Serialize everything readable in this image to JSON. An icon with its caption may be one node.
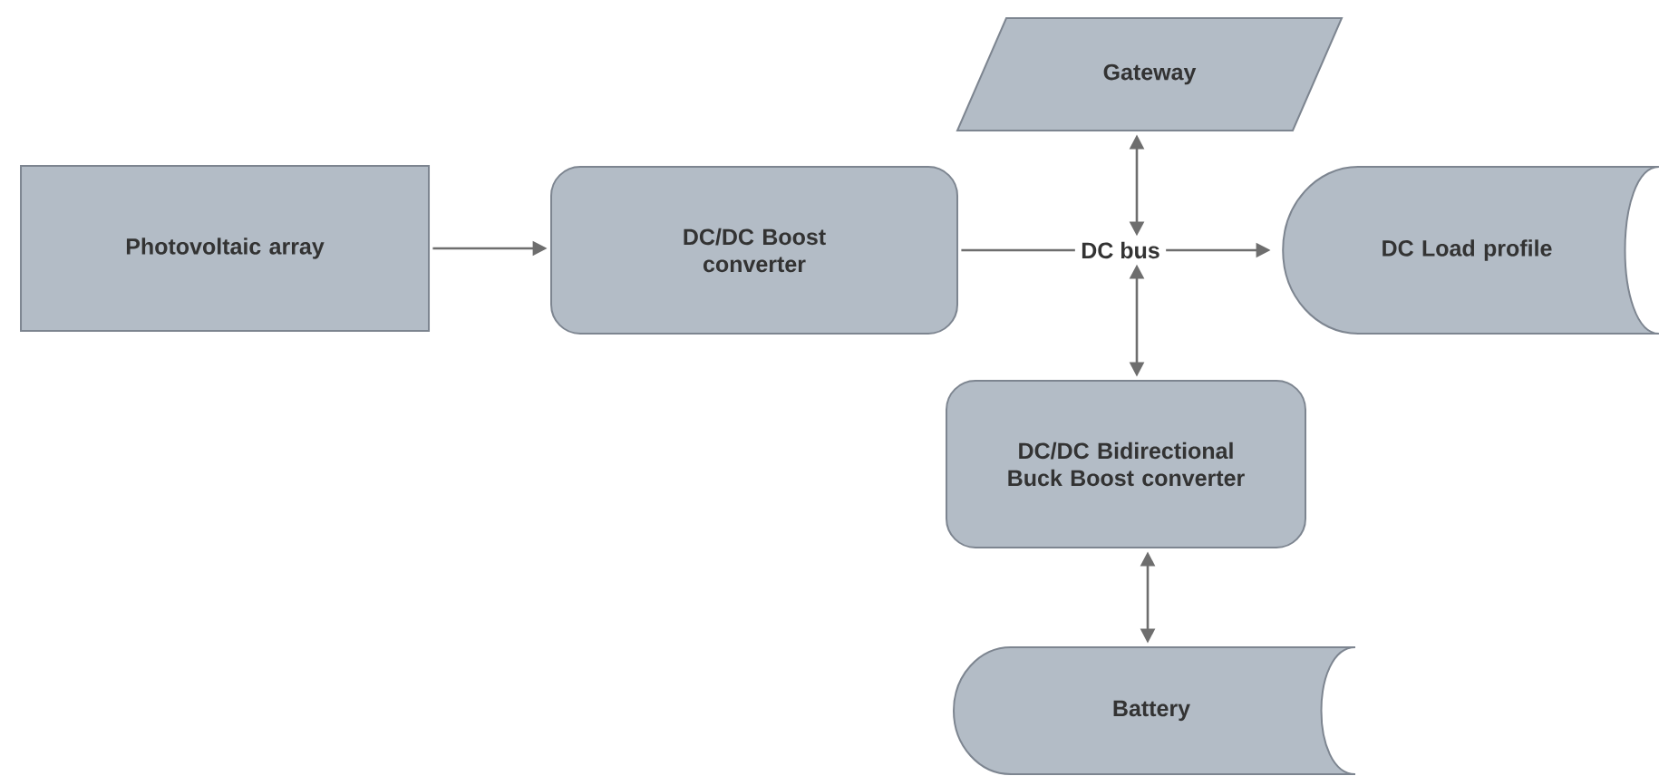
{
  "diagram": {
    "nodes": [
      {
        "text": [
          "Gateway"
        ]
      },
      {
        "text": [
          "Photovoltaic array"
        ]
      },
      {
        "text": [
          "DC/DC Boost converter"
        ]
      },
      {
        "text": [
          "DC bus"
        ]
      },
      {
        "text": [
          "DC Load profile"
        ]
      },
      {
        "text": [
          "DC/DC Bidirectional Buck Boost converter"
        ]
      },
      {
        "text": [
          "Battery"
        ]
      }
    ],
    "edges": [
      {
        "from": 1,
        "to": 2,
        "arrow": "to"
      },
      {
        "from": 2,
        "to": 3,
        "arrow": "none"
      },
      {
        "from": 3,
        "to": 4,
        "arrow": "to"
      },
      {
        "from": 0,
        "to": 3,
        "arrow": "both"
      },
      {
        "from": 3,
        "to": 5,
        "arrow": "both"
      },
      {
        "from": 5,
        "to": 6,
        "arrow": "both"
      }
    ]
  }
}
